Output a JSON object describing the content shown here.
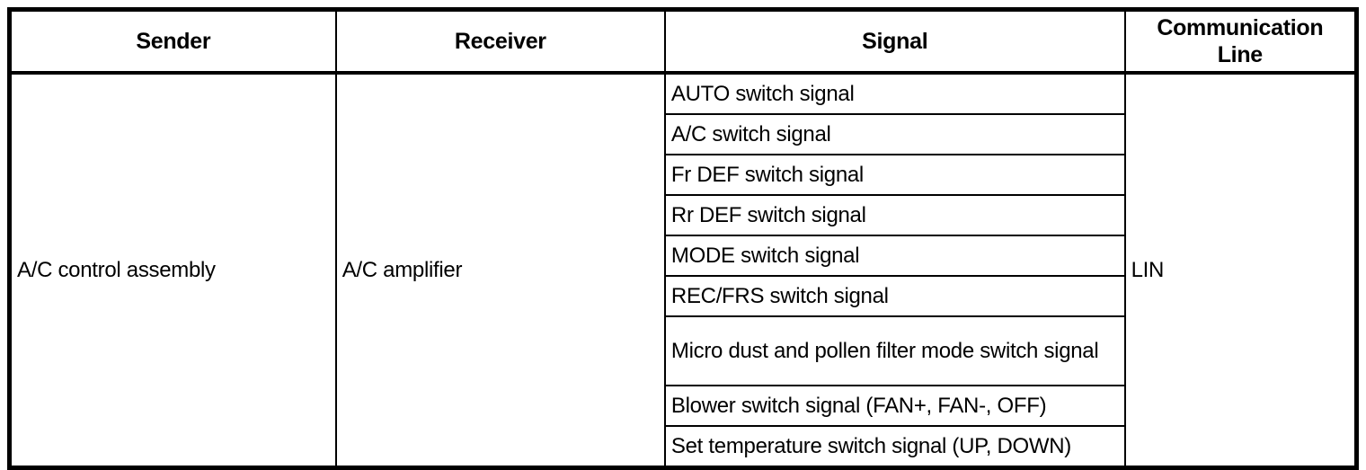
{
  "table": {
    "header": {
      "sender": "Sender",
      "receiver": "Receiver",
      "signal": "Signal",
      "communication_line": "Communication Line"
    },
    "body": {
      "sender": "A/C control assembly",
      "receiver": "A/C amplifier",
      "communication_line": "LIN",
      "signals": [
        "AUTO switch signal",
        "A/C switch signal",
        "Fr DEF switch signal",
        "Rr DEF switch signal",
        "MODE switch signal",
        "REC/FRS switch signal",
        "Micro dust and pollen filter mode switch signal",
        "Blower switch signal (FAN+, FAN-, OFF)",
        "Set temperature switch signal (UP, DOWN)"
      ]
    }
  }
}
